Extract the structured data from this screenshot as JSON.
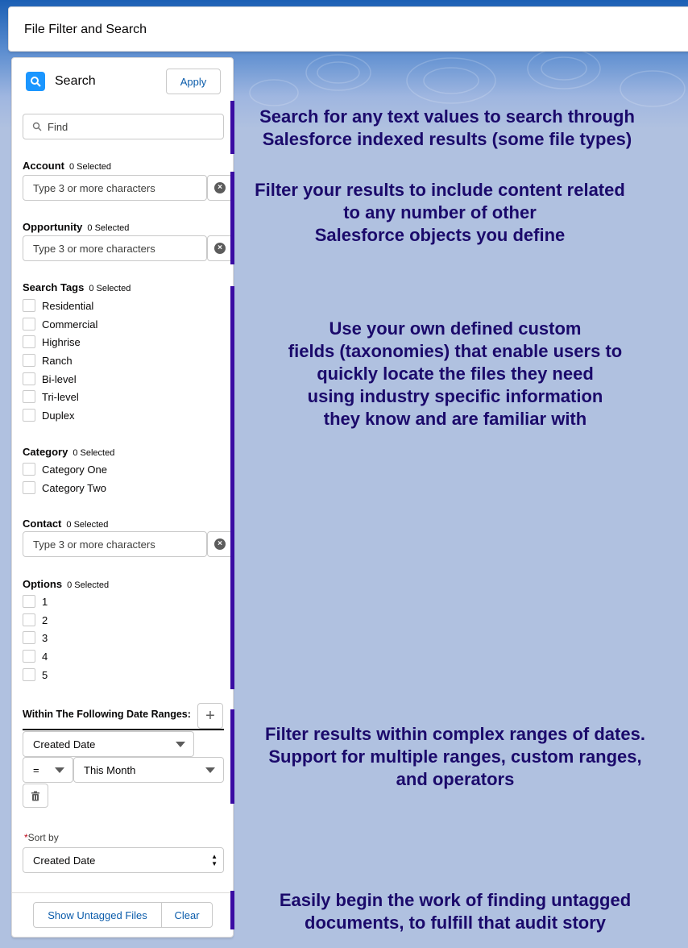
{
  "header": {
    "title": "File Filter and Search"
  },
  "panel": {
    "title": "Search",
    "apply_label": "Apply",
    "find_placeholder": "Find",
    "account": {
      "label": "Account",
      "count": "0 Selected",
      "placeholder": "Type 3 or more characters"
    },
    "opportunity": {
      "label": "Opportunity",
      "count": "0 Selected",
      "placeholder": "Type 3 or more characters"
    },
    "search_tags": {
      "label": "Search Tags",
      "count": "0 Selected",
      "options": [
        "Residential",
        "Commercial",
        "Highrise",
        "Ranch",
        "Bi-level",
        "Tri-level",
        "Duplex"
      ]
    },
    "category": {
      "label": "Category",
      "count": "0 Selected",
      "options": [
        "Category One",
        "Category Two"
      ]
    },
    "contact": {
      "label": "Contact",
      "count": "0 Selected",
      "placeholder": "Type 3 or more characters"
    },
    "options": {
      "label": "Options",
      "count": "0 Selected",
      "options": [
        "1",
        "2",
        "3",
        "4",
        "5"
      ]
    },
    "date_ranges": {
      "label": "Within The Following Date Ranges:",
      "field": "Created Date",
      "operator": "=",
      "range": "This Month"
    },
    "sort": {
      "required_mark": "*",
      "label": "Sort by",
      "value": "Created Date"
    },
    "footer": {
      "untagged_label": "Show Untagged Files",
      "clear_label": "Clear"
    }
  },
  "callouts": {
    "search": "Search for any text values to search through\nSalesforce indexed results (some file types)",
    "filter": "Filter your results to include content related\nto any number of other\nSalesforce objects you define",
    "taxonomy": "Use your own defined custom\nfields (taxonomies) that enable users to\nquickly locate the files they need\nusing industry specific information\nthey know and are familiar with",
    "dates": "Filter results within complex ranges of dates.\nSupport for multiple ranges, custom ranges,\nand operators",
    "untagged": "Easily begin the work of finding untagged\ndocuments, to fulfill that audit story"
  },
  "colors": {
    "accent": "#0b5cab",
    "callout_text": "#1b0a6b",
    "bar": "#3a0ca3",
    "background": "#b0c1e0"
  }
}
